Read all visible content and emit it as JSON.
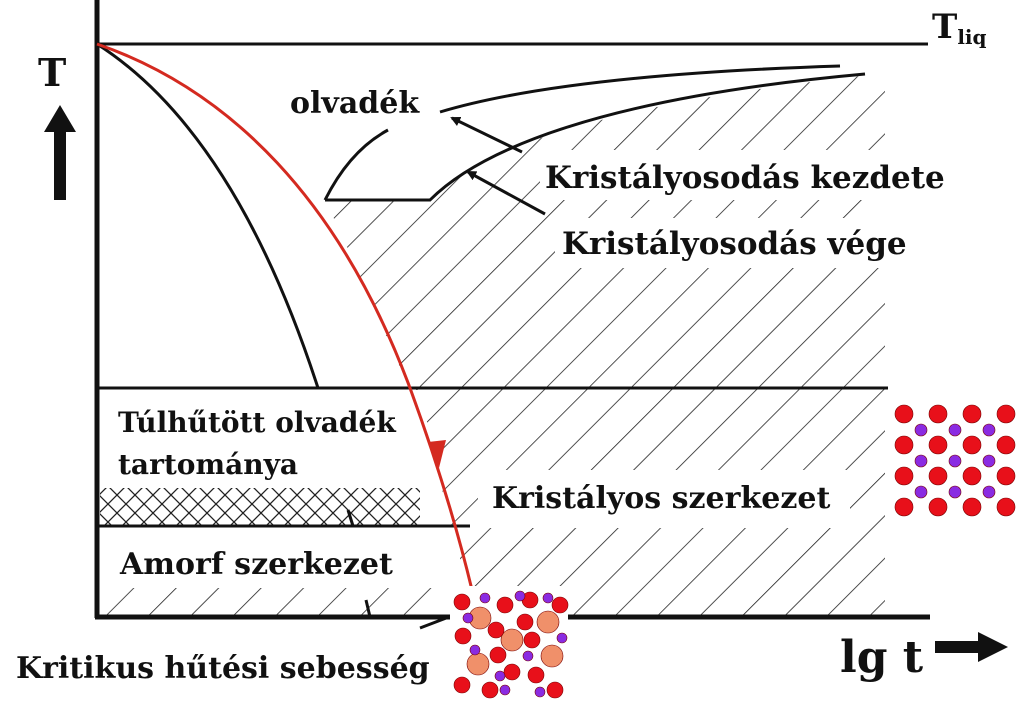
{
  "labels": {
    "axis_y": "T",
    "t_main": "T",
    "t_sub": "liq",
    "axis_x": "lg t",
    "melt": "olvadék",
    "cryst_start": "Kristályosodás kezdete",
    "cryst_end": "Kristályosodás vége",
    "supercooled_line1": "Túlhűtött olvadék",
    "supercooled_line2": "tartománya",
    "crystalline": "Kristályos szerkezet",
    "amorphous": "Amorf szerkezet",
    "critical": "Kritikus hűtési sebesség"
  },
  "colors": {
    "line": "#111111",
    "critical_curve": "#d42a20",
    "atom_red": "#e8101a",
    "atom_purple": "#8a2be2",
    "atom_orange": "#f0906a"
  }
}
